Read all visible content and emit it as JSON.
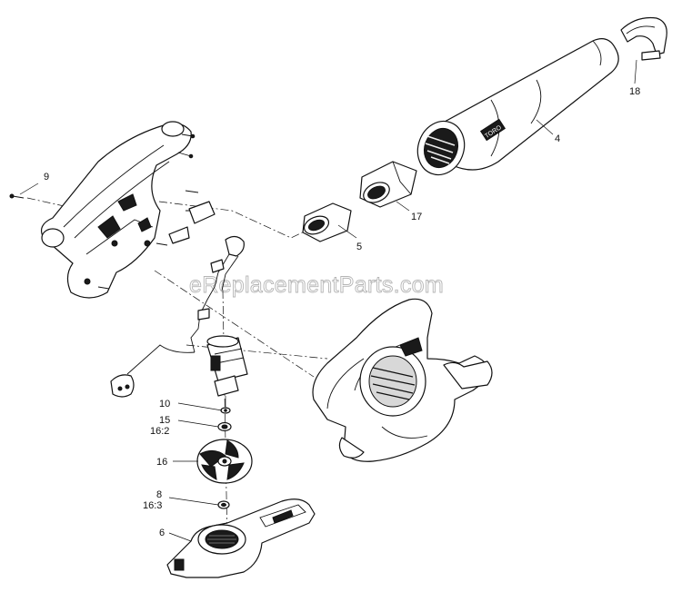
{
  "watermark": "eReplacementParts.com",
  "callouts": {
    "c9": "9",
    "c5": "5",
    "c17": "17",
    "c4": "4",
    "c18": "18",
    "c10": "10",
    "c15": "15",
    "c16_2": "16:2",
    "c16": "16",
    "c8": "8",
    "c16_3": "16:3",
    "c6": "6"
  },
  "tube_logo": "TORO"
}
